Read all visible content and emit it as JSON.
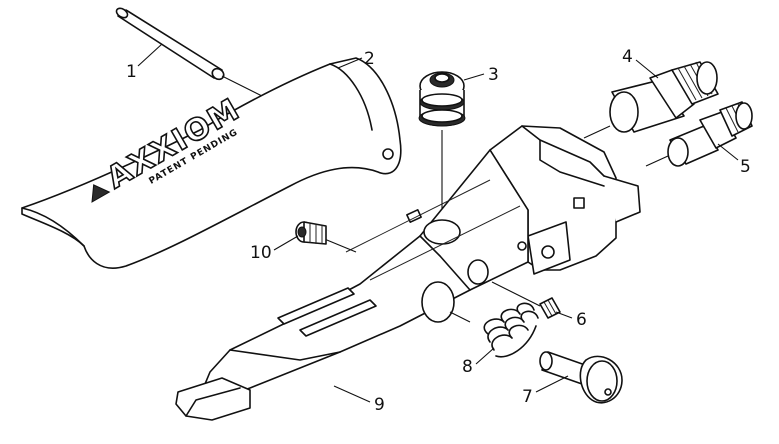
{
  "logo": {
    "brand": "AXXIOM",
    "tagline": "PATENT PENDING"
  },
  "callouts": [
    {
      "id": "1",
      "label": "1"
    },
    {
      "id": "2",
      "label": "2"
    },
    {
      "id": "3",
      "label": "3"
    },
    {
      "id": "4",
      "label": "4"
    },
    {
      "id": "5",
      "label": "5"
    },
    {
      "id": "6",
      "label": "6"
    },
    {
      "id": "7",
      "label": "7"
    },
    {
      "id": "8",
      "label": "8"
    },
    {
      "id": "9",
      "label": "9"
    },
    {
      "id": "10",
      "label": "10"
    }
  ]
}
